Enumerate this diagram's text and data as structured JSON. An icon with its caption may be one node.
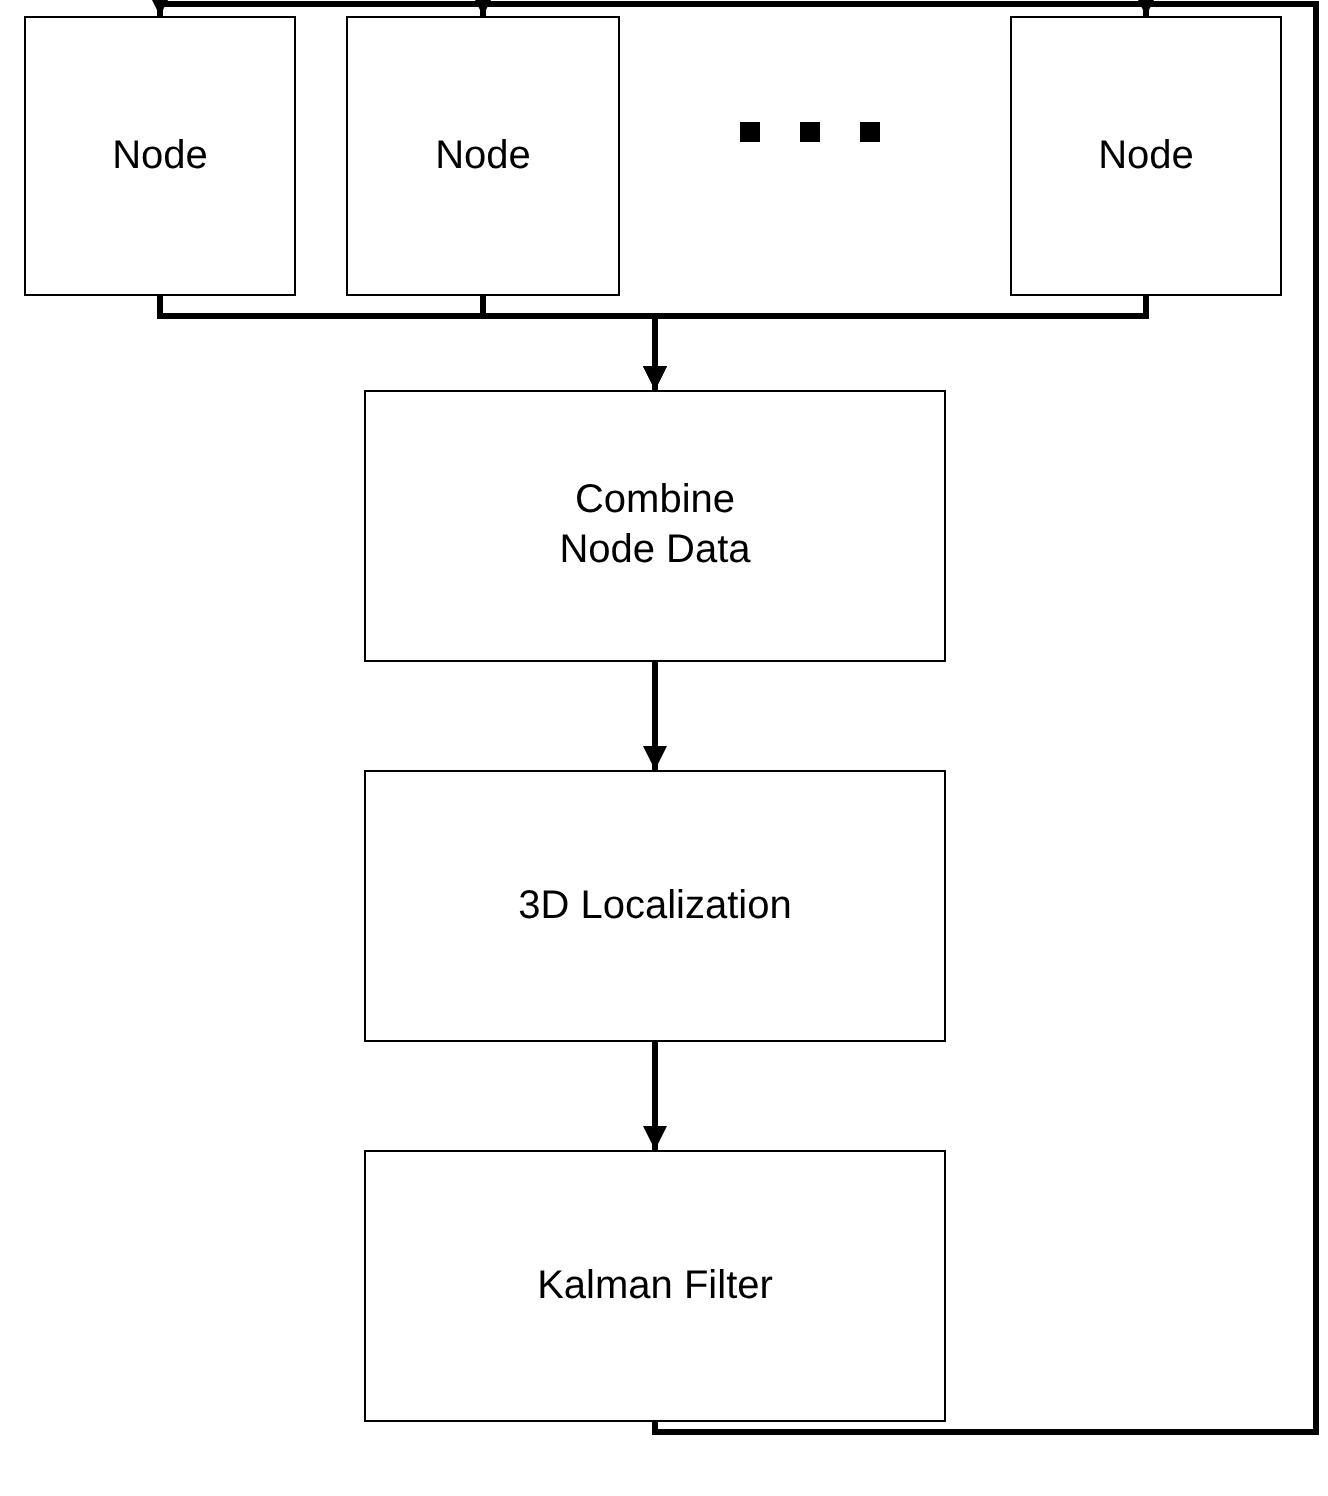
{
  "diagram": {
    "nodes": [
      {
        "text": [
          "Node"
        ]
      },
      {
        "text": [
          "Node"
        ]
      },
      {
        "text": [
          "Node"
        ]
      },
      {
        "text": [
          "Combine Node Data"
        ]
      },
      {
        "text": [
          "3D Localization"
        ]
      },
      {
        "text": [
          "Kalman Filter"
        ]
      }
    ],
    "edges": [
      {
        "from": 0,
        "to": 3,
        "arrow": "to"
      },
      {
        "from": 1,
        "to": 3,
        "arrow": "to"
      },
      {
        "from": 2,
        "to": 3,
        "arrow": "to"
      },
      {
        "from": 3,
        "to": 4,
        "arrow": "to"
      },
      {
        "from": 4,
        "to": 5,
        "arrow": "to"
      },
      {
        "from": 5,
        "to": 0,
        "arrow": "to"
      },
      {
        "from": 5,
        "to": 1,
        "arrow": "to"
      },
      {
        "from": 5,
        "to": 2,
        "arrow": "to"
      }
    ]
  }
}
